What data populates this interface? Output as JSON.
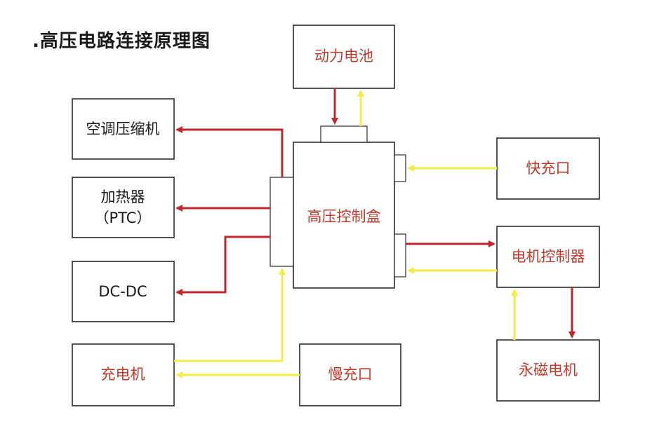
{
  "title": ".高压电路连接原理图",
  "colors": {
    "red_line": "#c0262d",
    "yellow_line": "#f5ec4a",
    "box_border": "#2b2b2b",
    "label_red": "#c0392b",
    "label_dark": "#1a1a1a"
  },
  "nodes": {
    "battery": "动力电池",
    "compressor": "空调压缩机",
    "heater_line1": "加热器",
    "heater_line2": "（PTC）",
    "dcdc": "DC-DC",
    "charger": "充电机",
    "pdu": "高压控制盒",
    "fast_charge": "快充口",
    "motor_controller": "电机控制器",
    "motor": "永磁电机",
    "slow_charge": "慢充口"
  }
}
